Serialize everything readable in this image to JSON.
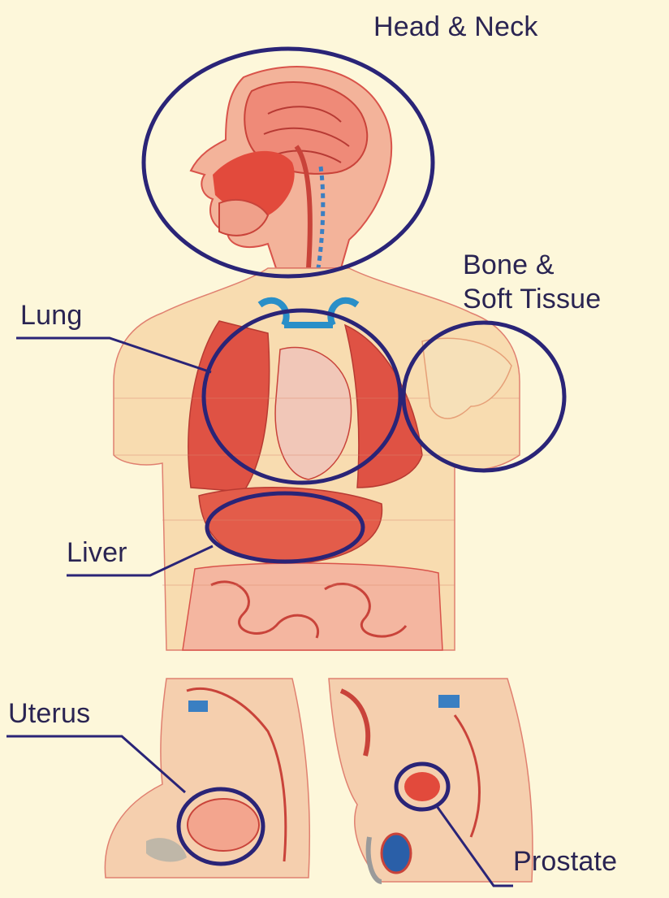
{
  "labels": {
    "head_neck": "Head & Neck",
    "bone_line1": "Bone &",
    "bone_line2": "Soft Tissue",
    "lung": "Lung",
    "liver": "Liver",
    "uterus": "Uterus",
    "prostate": "Prostate"
  },
  "colors": {
    "background": "#fdf7da",
    "outline": "#2a2477",
    "organ_red": "#e24a3c",
    "tissue_pink": "#f3a58e",
    "skin": "#f7d9a7",
    "vessel_blue": "#2a8fc8"
  }
}
